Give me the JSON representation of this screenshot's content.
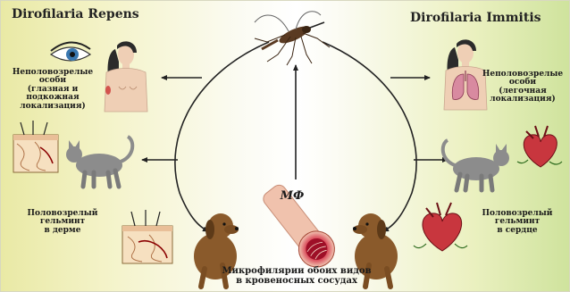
{
  "titles": {
    "left": "Dirofilaria Repens",
    "right": "Dirofilaria  Immitis"
  },
  "labels": {
    "immature_left": [
      "Неполовозрелые",
      "особи",
      "(глазная    и",
      "подкожная",
      "локализация)"
    ],
    "immature_right": [
      "Неполовозрелые",
      "особи",
      "(легочная",
      "локализация)"
    ],
    "mature_left": [
      "Половозрелый",
      "гельминт",
      "в дерме"
    ],
    "mature_right": [
      "Половозрелый",
      "гельминт",
      "в сердце"
    ],
    "mf": "МФ",
    "microfilariae": [
      "Микрофилярии обоих видов",
      "в кровеносных сосудах"
    ]
  },
  "colors": {
    "arrow": "#222222",
    "skin": "#efcfb5",
    "vessel_outer": "#e8b39d",
    "vessel_inner": "#c8243a",
    "dog": "#8a5a2b",
    "cat": "#8c8c8c",
    "heart": "#c8363e",
    "lungs": "#d88aa0"
  },
  "icons": [
    "mosquito-icon",
    "eye-icon",
    "woman-icon",
    "skin-section-icon",
    "cat-icon",
    "dog-icon",
    "blood-vessel-icon",
    "heart-icon",
    "lungs-icon"
  ]
}
